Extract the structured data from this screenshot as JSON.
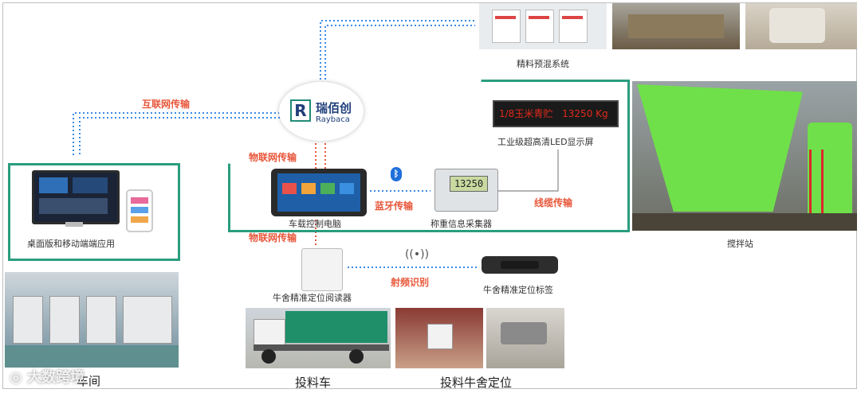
{
  "logo": {
    "name_cn": "瑞佰创",
    "name_en": "Raybaca",
    "letter": "R"
  },
  "labels": {
    "premix": "精料预混系统",
    "led_screen": "工业级超高清LED显示屏",
    "led_text": "1/8玉米青贮",
    "led_value": "13250 Kg",
    "desktop_app": "桌面版和移动端端应用",
    "vehicle_pc": "车载控制电脑",
    "weigh_collector": "称重信息采集器",
    "weigh_value": "13250",
    "mixing_station": "搅拌站",
    "reader": "牛舍精准定位阅读器",
    "tag": "牛舍精准定位标签",
    "workshop": "车间",
    "feed_truck": "投料车",
    "barn_position": "投料牛舍定位",
    "watermark": "大数跨境"
  },
  "links": {
    "internet": "互联网传输",
    "iot_top": "物联网传输",
    "iot_bottom": "物联网传输",
    "bluetooth": "蓝牙传输",
    "cable": "线缆传输",
    "rfid": "射频识别"
  },
  "colors": {
    "frame_green": "#2a9d7e",
    "link_red": "#e8573b",
    "dot_blue": "#3b8be8",
    "mixer_green": "#6fe04a"
  }
}
